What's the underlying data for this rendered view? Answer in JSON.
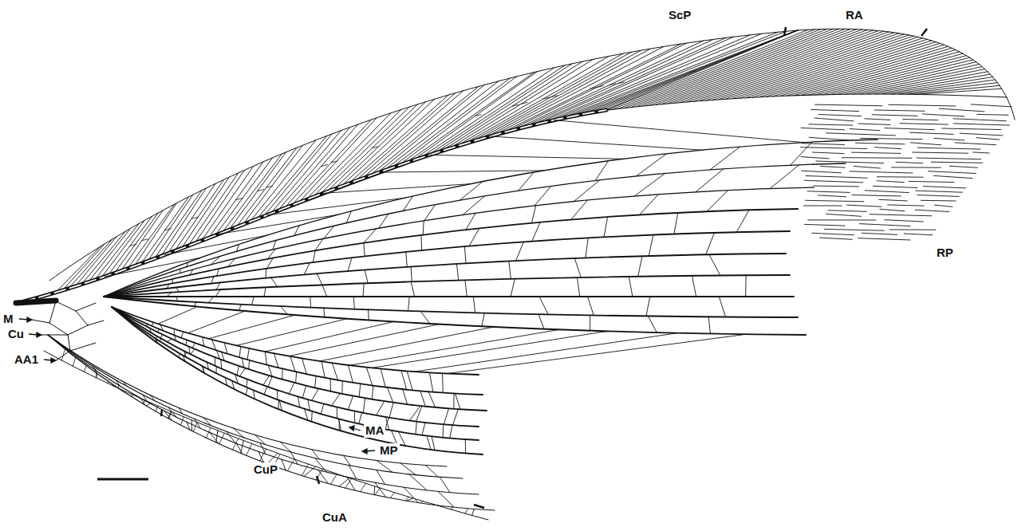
{
  "diagram": {
    "labels": [
      "ScP",
      "RA",
      "RP",
      "M",
      "Cu",
      "AA1",
      "MA",
      "MP",
      "CuP",
      "CuA"
    ]
  }
}
